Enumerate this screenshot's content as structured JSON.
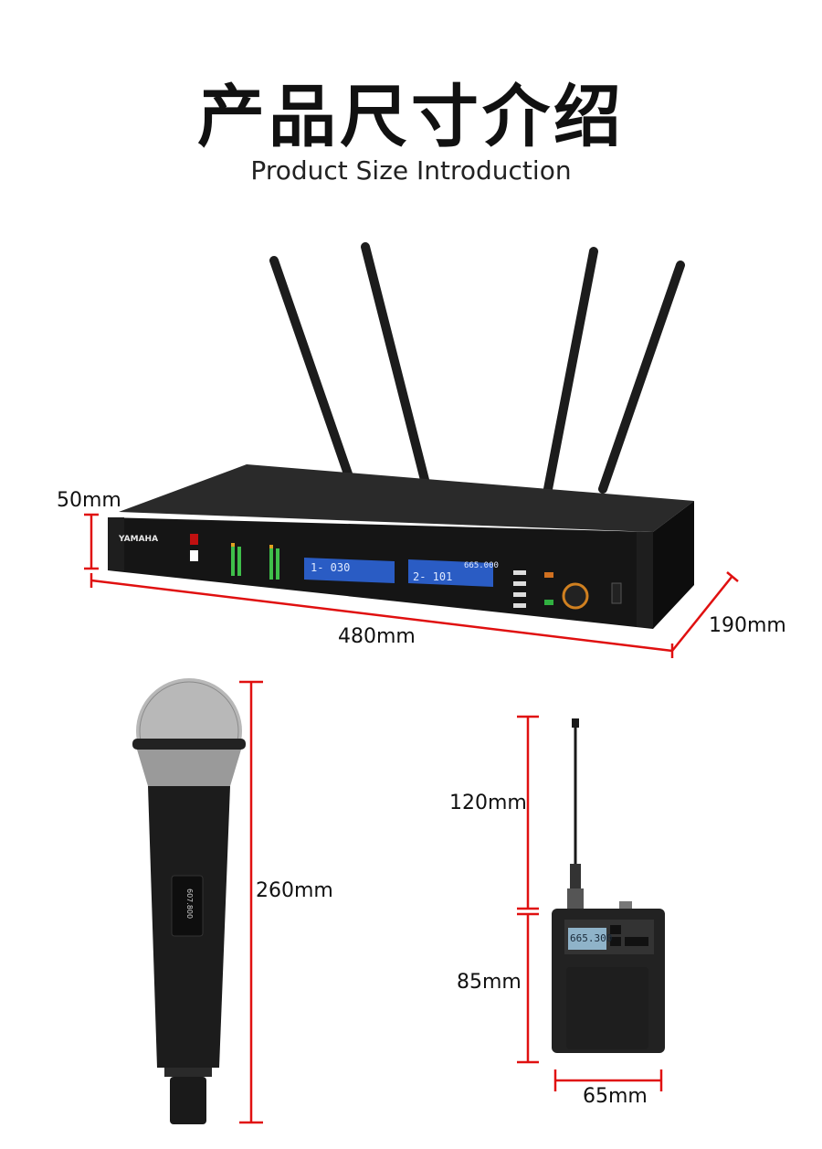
{
  "header": {
    "title_cn": "产品尺寸介绍",
    "title_en": "Product Size Introduction"
  },
  "dimensions": {
    "receiver_height": "50mm",
    "receiver_width": "480mm",
    "receiver_depth": "190mm",
    "handheld_length": "260mm",
    "antenna_length": "120mm",
    "bodypack_height": "85mm",
    "bodypack_width": "65mm"
  },
  "receiver": {
    "brand": "YAMAHA",
    "display_ch1": "1- 030",
    "display_ch2": "2- 101",
    "freq_ch2": "665.000"
  },
  "bodypack": {
    "lcd": "665.300"
  },
  "handheld": {
    "label": "607.800"
  },
  "colors": {
    "dimension_line": "#e01010",
    "device_body": "#1a1a1a",
    "display_blue": "#2a5cc4"
  }
}
